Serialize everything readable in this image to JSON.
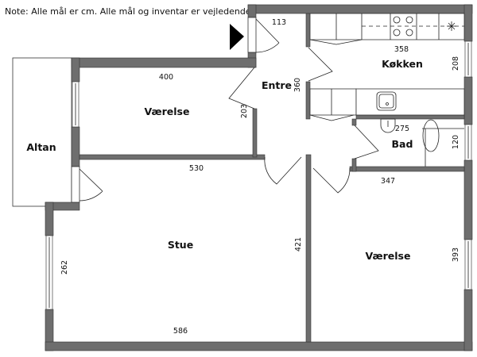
{
  "note": "Note: Alle mål er cm. Alle mål og inventar er vejledende",
  "rooms": {
    "altan": "Altan",
    "vaerelse1": "Værelse",
    "entre": "Entre",
    "kokken": "Køkken",
    "bad": "Bad",
    "stue": "Stue",
    "vaerelse2": "Værelse"
  },
  "dimensions": {
    "entre_width": "113",
    "kokken_width": "358",
    "kokken_depth": "208",
    "entre_length": "360",
    "vaerelse1_width": "400",
    "vaerelse1_depth": "203",
    "bad_width": "275",
    "bad_depth": "120",
    "stue_top": "530",
    "stue_right": "421",
    "stue_left": "262",
    "stue_bottom": "586",
    "vaerelse2_width": "347",
    "vaerelse2_depth": "393"
  },
  "entrance_marker": "entrance-arrow-icon"
}
